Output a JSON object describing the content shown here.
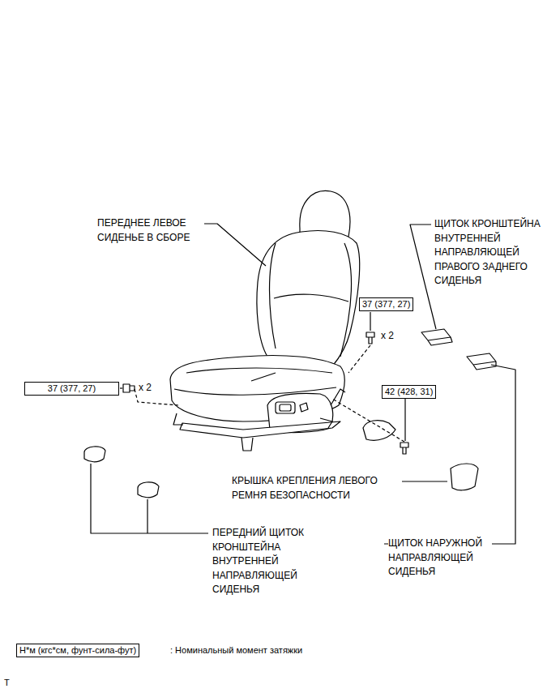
{
  "diagram": {
    "nodes": [
      {
        "text": [
          "37 (377, 27)"
        ]
      },
      {
        "text": [
          "37 (377, 27)"
        ]
      },
      {
        "text": [
          "42 (428, 31)"
        ]
      },
      {
        "text": [
          "Н*м (кгс*см, фунт-сила-фут)"
        ]
      }
    ],
    "labels": [
      "ПЕРЕДНЕЕ ЛЕВОЕ СИДЕНЬЕ В СБОРЕ",
      "ЩИТОК КРОНШТЕЙНА ВНУТРЕННЕЙ НАПРАВЛЯЮЩЕЙ ПРАВОГО ЗАДНЕГО СИДЕНЬЯ",
      "x 2",
      "x 2",
      "КРЫШКА КРЕПЛЕНИЯ ЛЕВОГО РЕМНЯ БЕЗОПАСНОСТИ",
      "ПЕРЕДНИЙ ЩИТОК КРОНШТЕЙНА ВНУТРЕННЕЙ НАПРАВЛЯЮЩЕЙ СИДЕНЬЯ",
      "ЩИТОК НАРУЖНОЙ НАПРАВЛЯЮЩЕЙ СИДЕНЬЯ",
      ": Номинальный момент затяжки",
      "T"
    ]
  }
}
